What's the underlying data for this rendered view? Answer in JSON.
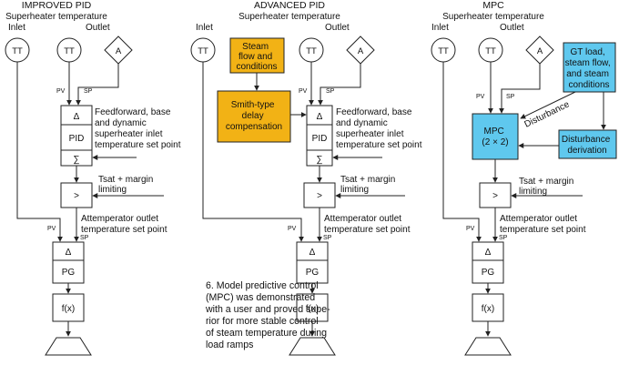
{
  "colors": {
    "steam_box": "#f2b215",
    "mpc_box": "#5fc8ee"
  },
  "improved": {
    "title": "IMPROVED PID",
    "subtitle": "Superheater temperature",
    "inlet": "Inlet",
    "outlet": "Outlet",
    "tt": "TT",
    "a": "A",
    "pv": "PV",
    "sp": "SP",
    "delta": "Δ",
    "pid": "PID",
    "sum": "∑",
    "ff_lines": [
      "Feedforward, base",
      "and dynamic",
      "superheater inlet",
      "temperature set point"
    ],
    "tsat_lines": [
      "Tsat + margin",
      "limiting"
    ],
    "gt": ">",
    "att_lines": [
      "Attemperator outlet",
      "temperature set point"
    ],
    "pg": "PG",
    "fx": "f(x)"
  },
  "advanced": {
    "title": "ADVANCED PID",
    "subtitle": "Superheater temperature",
    "inlet": "Inlet",
    "outlet": "Outlet",
    "tt": "TT",
    "a": "A",
    "pv": "PV",
    "sp": "SP",
    "steam_lines": [
      "Steam",
      "flow and",
      "conditions"
    ],
    "smith_lines": [
      "Smith-type",
      "delay",
      "compensation"
    ],
    "delta": "Δ",
    "pid": "PID",
    "sum": "∑",
    "ff_lines": [
      "Feedforward, base",
      "and dynamic",
      "superheater inlet",
      "temperature set point"
    ],
    "tsat_lines": [
      "Tsat + margin",
      "limiting"
    ],
    "gt": ">",
    "att_lines": [
      "Attemperator outlet",
      "temperature set point"
    ],
    "pg": "PG",
    "fx": "f(x)"
  },
  "mpc": {
    "title": "MPC",
    "subtitle": "Superheater temperature",
    "inlet": "Inlet",
    "outlet": "Outlet",
    "tt": "TT",
    "a": "A",
    "pv": "PV",
    "sp": "SP",
    "gt_lines": [
      "GT load,",
      "steam flow,",
      "and steam",
      "conditions"
    ],
    "mpc_lines": [
      "MPC",
      "(2 × 2)"
    ],
    "disturbance": "Disturbance",
    "deriv_lines": [
      "Disturbance",
      "derivation"
    ],
    "tsat_lines": [
      "Tsat + margin",
      "limiting"
    ],
    "gt": ">",
    "att_lines": [
      "Attemperator outlet",
      "temperature set point"
    ],
    "delta": "Δ",
    "pg": "PG",
    "fx": "f(x)"
  },
  "caption": [
    "6. Model predictive control",
    "(MPC) was demonstrated",
    "with a user and proved supe-",
    "rior for more stable control",
    "of steam temperature during",
    "load ramps"
  ]
}
